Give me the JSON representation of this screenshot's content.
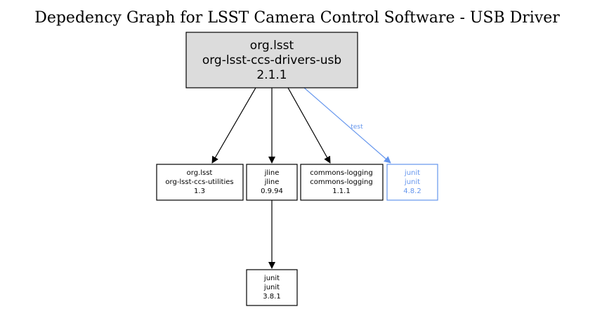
{
  "title": "Depedency Graph for LSST Camera Control Software - USB Driver",
  "colors": {
    "root_fill": "#dcdcdc",
    "test": "#6495ed",
    "normal": "#000000"
  },
  "nodes": {
    "root": {
      "group": "org.lsst",
      "artifact": "org-lsst-ccs-drivers-usb",
      "version": "2.1.1"
    },
    "utilities": {
      "group": "org.lsst",
      "artifact": "org-lsst-ccs-utilities",
      "version": "1.3"
    },
    "jline": {
      "group": "jline",
      "artifact": "jline",
      "version": "0.9.94"
    },
    "logging": {
      "group": "commons-logging",
      "artifact": "commons-logging",
      "version": "1.1.1"
    },
    "junit_test": {
      "group": "junit",
      "artifact": "junit",
      "version": "4.8.2"
    },
    "junit_old": {
      "group": "junit",
      "artifact": "junit",
      "version": "3.8.1"
    }
  },
  "edges": {
    "root_utilities": {
      "scope": ""
    },
    "root_jline": {
      "scope": ""
    },
    "root_logging": {
      "scope": ""
    },
    "root_junit_test": {
      "scope": "test"
    },
    "jline_junit_old": {
      "scope": ""
    }
  }
}
